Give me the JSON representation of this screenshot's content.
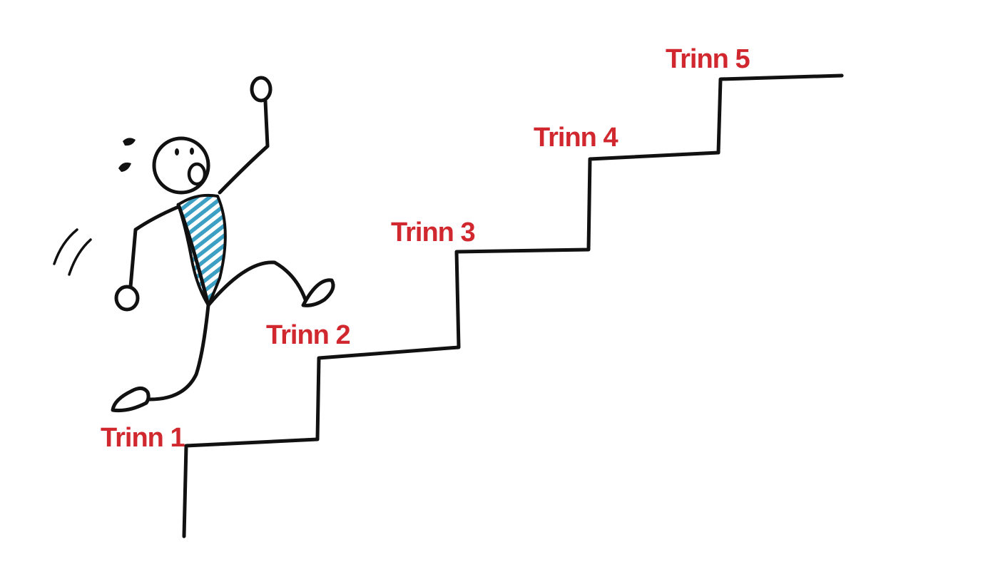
{
  "steps": [
    {
      "label": "Trinn 1"
    },
    {
      "label": "Trinn 2"
    },
    {
      "label": "Trinn 3"
    },
    {
      "label": "Trinn 4"
    },
    {
      "label": "Trinn 5"
    }
  ],
  "colors": {
    "label": "#d0282e",
    "ink": "#111111",
    "shirt": "#3c9fc4",
    "background": "#ffffff"
  },
  "icons": {
    "figure": "running-stick-figure-icon",
    "staircase": "staircase-icon"
  }
}
